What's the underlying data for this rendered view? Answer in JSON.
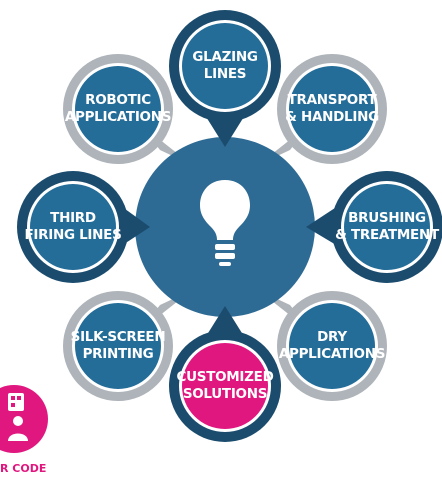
{
  "colors": {
    "center": "#2d6a94",
    "pin_dark": "#1b4c6e",
    "pin_blue": "#246d99",
    "pin_gray": "#aeb4b9",
    "pin_magenta": "#e0177f",
    "ring": "#ffffff"
  },
  "center_icon": "lightbulb-icon",
  "items": {
    "glazing": {
      "line1": "GLAZING",
      "line2": "LINES"
    },
    "transport": {
      "line1": "TRANSPORT",
      "line2": "& HANDLING"
    },
    "brushing": {
      "line1": "BRUSHING",
      "line2": "& TREATMENT"
    },
    "dry": {
      "line1": "DRY",
      "line2": "APPLICATIONS"
    },
    "customized": {
      "line1": "CUSTOMIZED",
      "line2": "SOLUTIONS"
    },
    "silkscreen": {
      "line1": "SILK-SCREEN",
      "line2": "PRINTING"
    },
    "third": {
      "line1": "THIRD",
      "line2": "FIRING LINES"
    },
    "robotic": {
      "line1": "ROBOTIC",
      "line2": "APPLICATIONS"
    }
  },
  "badge": {
    "icon": "qr-code-person-icon",
    "label": "R CODE"
  }
}
